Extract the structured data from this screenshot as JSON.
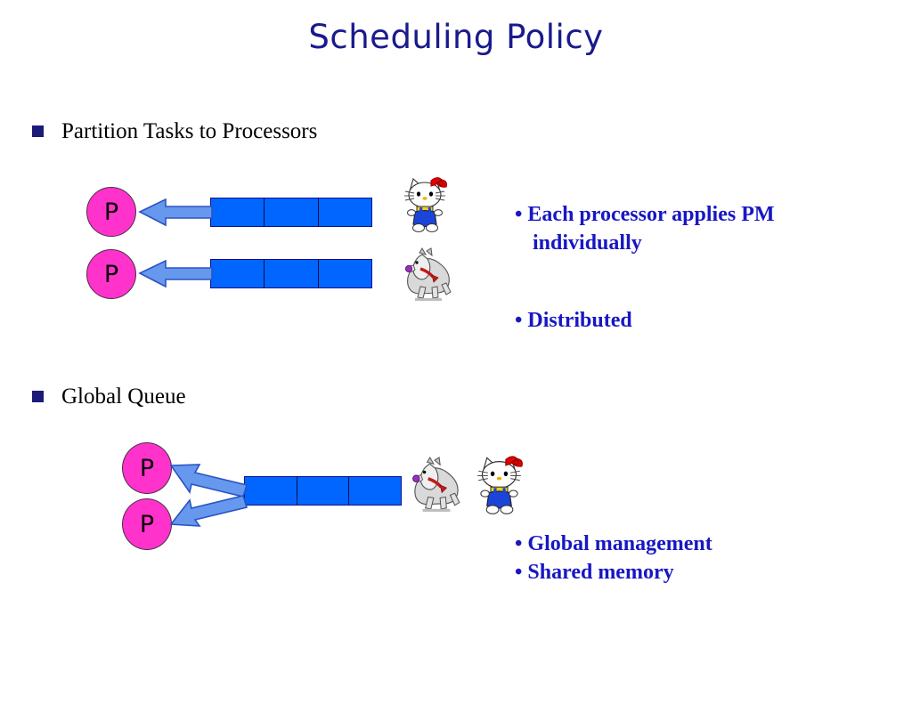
{
  "slide": {
    "title": "Scheduling Policy",
    "title_color": "#1a1a8c",
    "background_color": "#ffffff"
  },
  "sections": [
    {
      "id": "partition",
      "heading": "Partition Tasks to Processors",
      "bullet_glyph": "square",
      "processors": [
        {
          "label": "P"
        },
        {
          "label": "P"
        }
      ],
      "queues": [
        {
          "cells": 3
        },
        {
          "cells": 3
        }
      ],
      "notes": [
        {
          "bullet": "•",
          "line1": "Each processor applies PM",
          "line2": "individually"
        },
        {
          "bullet": "•",
          "line1": "Distributed",
          "line2": ""
        }
      ],
      "clipart": [
        {
          "name": "hello-kitty-cat",
          "alt": "white cat with red bow and blue overalls"
        },
        {
          "name": "gray-dog",
          "alt": "gray dog with red collar and purple tag"
        }
      ]
    },
    {
      "id": "global-queue",
      "heading": "Global Queue",
      "bullet_glyph": "square",
      "processors": [
        {
          "label": "P"
        },
        {
          "label": "P"
        }
      ],
      "queues": [
        {
          "cells": 3
        }
      ],
      "notes": [
        {
          "bullet": "•",
          "line1": "Global management",
          "line2": ""
        },
        {
          "bullet": "•",
          "line1": "Shared memory",
          "line2": ""
        }
      ],
      "clipart": [
        {
          "name": "gray-dog",
          "alt": "gray dog with red collar and purple tag"
        },
        {
          "name": "hello-kitty-cat",
          "alt": "white cat with red bow and blue overalls"
        }
      ]
    }
  ],
  "notes_text": {
    "each_processor_l1": "• Each processor applies PM",
    "each_processor_l2": "individually",
    "distributed": "• Distributed",
    "global_management": "• Global management",
    "shared_memory": "• Shared memory"
  },
  "headings": {
    "partition": "Partition Tasks to Processors",
    "global_queue": "Global Queue"
  },
  "processor_label": "P",
  "colors": {
    "title_blue": "#1a1a8c",
    "note_blue": "#1717c4",
    "bullet_navy": "#1b1b7a",
    "processor_magenta": "#ff33cc",
    "queue_blue": "#0066ff",
    "arrow_fill": "#6699ee",
    "arrow_stroke": "#2b52c4",
    "text_black": "#000000"
  }
}
